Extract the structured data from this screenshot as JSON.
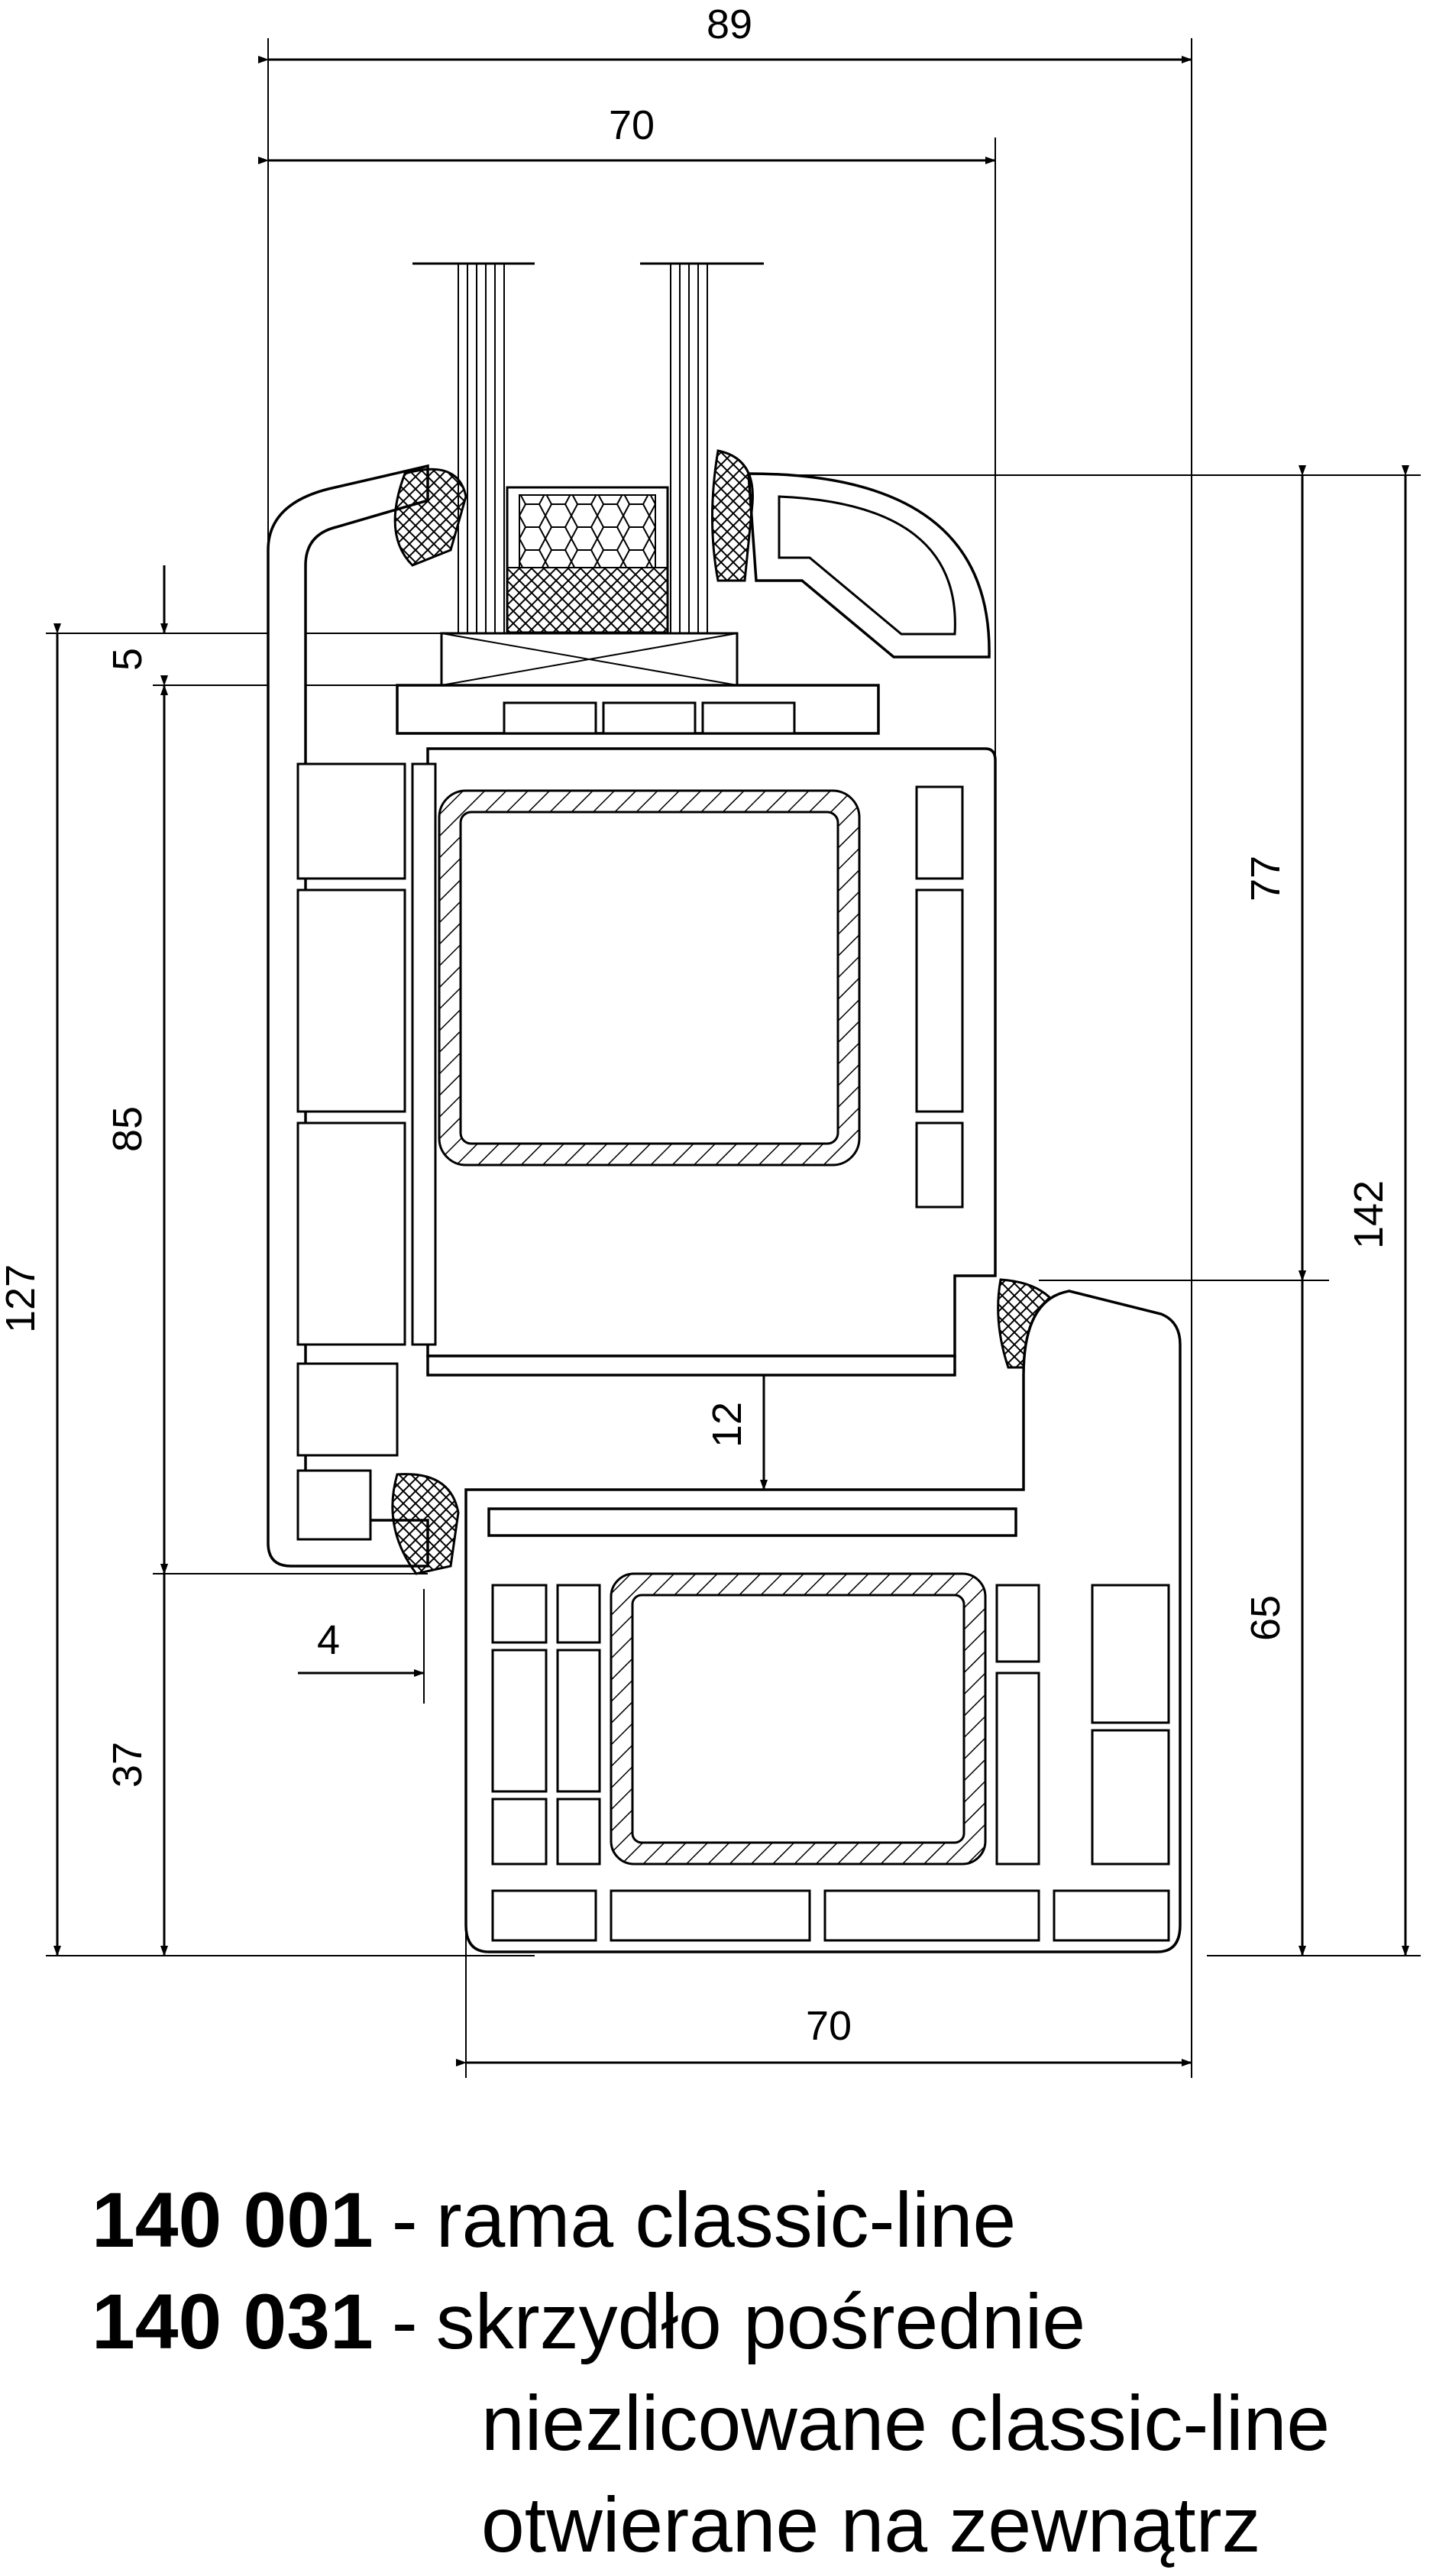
{
  "dimensions": {
    "top_total": "89",
    "top_frame": "70",
    "left_127": "127",
    "left_5": "5",
    "left_85": "85",
    "left_37": "37",
    "right_77": "77",
    "right_142": "142",
    "right_65": "65",
    "mid_12": "12",
    "mid_4": "4",
    "bottom_70": "70"
  },
  "legend": [
    {
      "code": "140 001",
      "separator": "-",
      "lines": [
        "rama classic-line"
      ]
    },
    {
      "code": "140 031",
      "separator": "-",
      "lines": [
        "skrzydło pośrednie",
        "niezlicowane classic-line",
        "otwierane na zewnątrz"
      ]
    }
  ]
}
